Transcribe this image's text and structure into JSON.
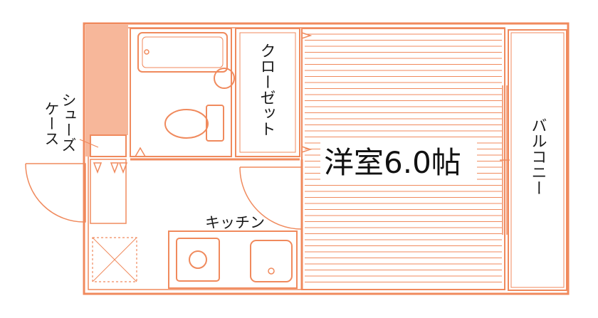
{
  "colors": {
    "line": "#f08a5d",
    "wall_fill": "#f7b79a",
    "text": "#1a1a1a",
    "background": "#ffffff"
  },
  "labels": {
    "closet": "クローゼット",
    "shoe_case": "シューズケース",
    "kitchen": "キッチン",
    "balcony": "バルコニー",
    "western_room": "洋室6.0帖"
  }
}
